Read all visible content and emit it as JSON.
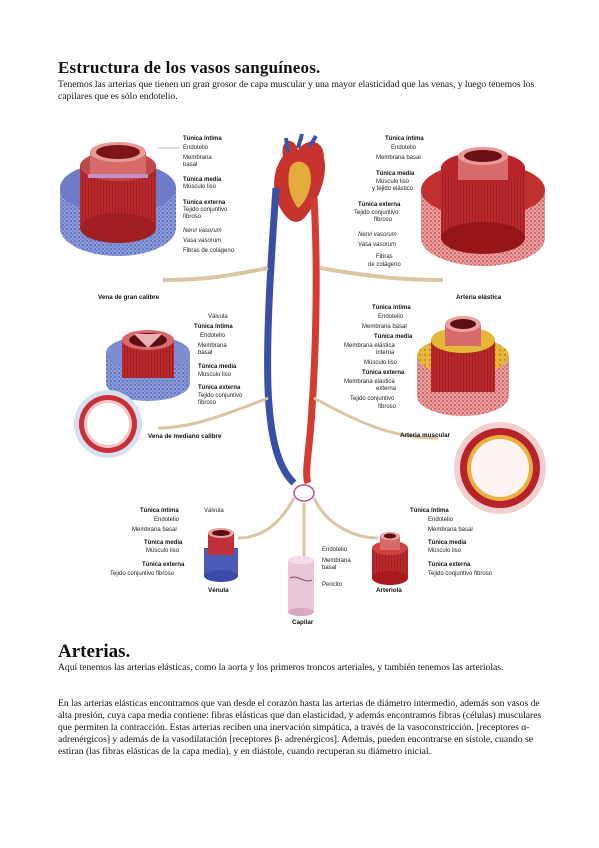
{
  "document": {
    "title": "Estructura de los vasos sanguíneos.",
    "intro": "Tenemos las arterias que tienen un gran grosor de capa muscular y una mayor elasticidad que las venas, y luego tenemos los capilares que es sólo endotelio.",
    "section_heading": "Arterias.",
    "paragraph_1": "Aquí tenemos las arterias elásticas, como la aorta y los primeros troncos arteriales, y también tenemos las arteriolas.",
    "paragraph_2": "En las arterias elásticas encontramos que van desde el corazón hasta las arterias de diámetro intermedio, además son vasos de alta presión, cuya capa media contiene: fibras elásticas que dan elasticidad, y además encontramos fibras (células) musculares que permiten la contracción. Estas arterias reciben una inervación simpática, a través de la vasoconstricción. [receptores α- adrenérgicos] y además de la vasodilatación [receptores β- adrenérgicos]. Además, pueden encontrarse en sístole, cuando se estiran (las fibras elásticas de la capa media), y en diástole, cuando recuperan su diámetro inicial."
  },
  "figure": {
    "vena_gran": {
      "caption": "Vena de gran calibre",
      "labels": [
        "Túnica íntima",
        "Endotelio",
        "Membrana",
        "basal",
        "Túnica media",
        "Músculo liso",
        "Túnica externa",
        "Tejido conjuntivo",
        "fibroso",
        "Nervi vasorum",
        "Vasa vasorum",
        "Fibras de colágeno"
      ]
    },
    "arteria_elastica": {
      "caption": "Arteria elástica",
      "labels": [
        "Túnica íntima",
        "Endotelio",
        "Membrana basal",
        "Túnica media",
        "Músculo liso",
        "y tejido elástico",
        "Túnica externa",
        "Tejido conjuntivo",
        "fibroso",
        "Nervi vasorum",
        "Vasa vasorum",
        "Fibras",
        "de colágeno"
      ]
    },
    "vena_mediano": {
      "caption": "Vena de mediano calibre",
      "labels": [
        "Válvula",
        "Túnica íntima",
        "Endotelio",
        "Membrana",
        "basal",
        "Túnica media",
        "Músculo liso",
        "Túnica externa",
        "Tejido conjuntivo",
        "fibroso"
      ]
    },
    "arteria_muscular": {
      "caption": "Arteria muscular",
      "labels": [
        "Túnica íntima",
        "Endotelio",
        "Membrana basal",
        "Túnica media",
        "Membrana elástica",
        "interna",
        "Músculo liso",
        "Túnica externa",
        "Membrana elástica",
        "externa",
        "Tejido conjuntivo",
        "fibroso"
      ]
    },
    "venula": {
      "caption": "Vénula",
      "labels": [
        "Túnica íntima",
        "Endotelio",
        "Membrana basal",
        "Túnica media",
        "Músculo liso",
        "Túnica externa",
        "Tejido conjuntivo fibroso",
        "Válvula"
      ]
    },
    "capilar": {
      "caption": "Capilar",
      "labels": [
        "Endotelio",
        "Membrana",
        "basal",
        "Pericito"
      ]
    },
    "arteriola": {
      "caption": "Arteriola",
      "labels": [
        "Túnica íntima",
        "Endotelio",
        "Membrana basal",
        "Túnica media",
        "Músculo liso",
        "Túnica externa",
        "Tejido conjuntivo fibroso"
      ]
    }
  }
}
